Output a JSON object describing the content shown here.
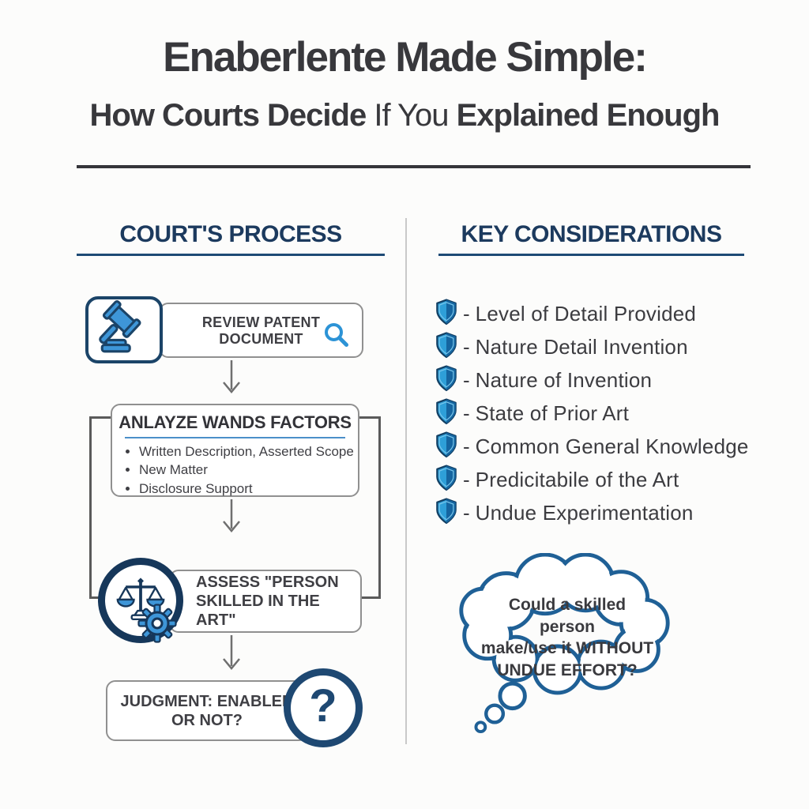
{
  "title": {
    "line1": "Enaberlente Made Simple:",
    "line2_bold1": "How Courts Decide ",
    "line2_regular": "If You ",
    "line2_bold2": "Explained Enough"
  },
  "left_panel": {
    "heading": "COURT'S PROCESS",
    "step1": {
      "label": "REVIEW PATENT DOCUMENT"
    },
    "step2": {
      "title": "ANLAYZE WANDS FACTORS",
      "bullets": [
        "Written Description, Asserted Scope",
        "New Matter",
        "Disclosure Support"
      ]
    },
    "step3": {
      "line1": "ASSESS \"PERSON",
      "line2": "SKILLED IN THE ART\""
    },
    "step4": {
      "line1": "JUDGMENT: ENABLED",
      "line2": "OR NOT?",
      "question_mark": "?"
    }
  },
  "right_panel": {
    "heading": "KEY CONSIDERATIONS",
    "bullet_prefix": "-",
    "items": [
      "Level of Detail Provided",
      "Nature Detail Invention",
      "Nature of Invention",
      "State of Prior Art",
      "Common General Knowledge",
      "Predicitabile of the Art",
      "Undue Experimentation"
    ],
    "thought_bubble": {
      "line1": "Could a skilled person",
      "line2": "make/use it WITHOUT",
      "line3": "UNDUE EFFORT?"
    }
  },
  "colors": {
    "navy": "#16375a",
    "heading_navy": "#1c3a5e",
    "icon_blue": "#3e96d8",
    "shield_light": "#2e9fd8",
    "shield_dark": "#1565a0",
    "bubble_stroke": "#1f6096",
    "box_border": "#909090",
    "text_dark": "#38383c"
  }
}
